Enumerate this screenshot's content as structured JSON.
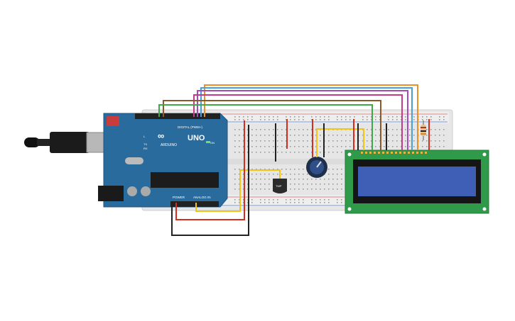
{
  "arduino": {
    "brand": "ARDUINO",
    "model": "UNO",
    "header_digital": "DIGITAL (PWM~)",
    "header_power": "POWER",
    "header_analog": "ANALOG IN",
    "led_tx": "TX",
    "led_rx": "RX",
    "led_l": "L",
    "on_label": "ON"
  },
  "sensor": {
    "label": "TMP"
  },
  "colors": {
    "board": "#2a6b9e",
    "breadboard": "#e4e4e4",
    "lcd_frame": "#2f9a4a",
    "lcd_screen": "#3f5fb6",
    "wire_red": "#d62d20",
    "wire_black": "#222222",
    "wire_yellow": "#f0c419",
    "wire_green": "#3daa4a",
    "wire_orange": "#e8912b",
    "wire_blue": "#4a9fd8",
    "wire_purple": "#a24cb5",
    "wire_magenta": "#c23c8e",
    "wire_brown": "#8a5a2b"
  },
  "icons": [
    "usb-plug-icon",
    "potentiometer-icon",
    "resistor-icon",
    "temperature-sensor-icon"
  ]
}
